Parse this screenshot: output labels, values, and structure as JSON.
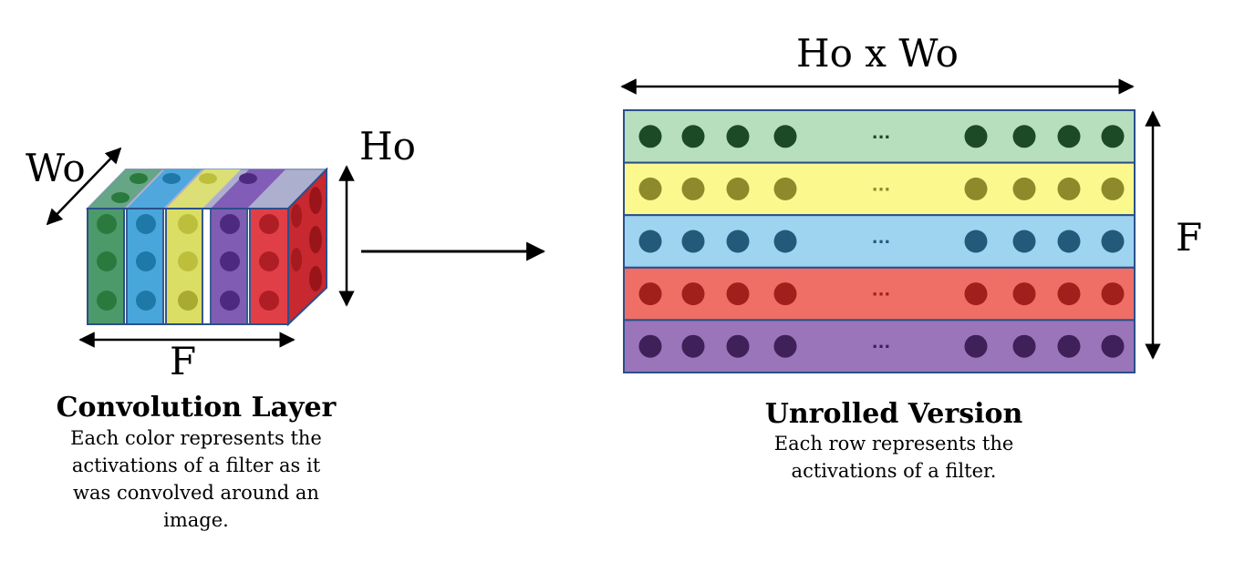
{
  "colors": {
    "green": "#5aa37a",
    "blue": "#3ea6df",
    "yellow": "#e0e46a",
    "purple": "#7a4fb3",
    "red": "#e0353f",
    "outline": "#2b4f8a",
    "arrow": "#000000"
  },
  "left": {
    "label_wo": "Wo",
    "label_ho": "Ho",
    "label_f": "F",
    "title": "Convolution Layer",
    "description": "Each color represents the activations of a filter as it was convolved around an image."
  },
  "right": {
    "label_top": "Ho x Wo",
    "label_f": "F",
    "title": "Unrolled Version",
    "description": "Each row represents the activations of a filter.",
    "ellipsis": "...",
    "rows": [
      {
        "name": "green",
        "fill": "#b7dfbe",
        "dot": "#1d4a26"
      },
      {
        "name": "yellow",
        "fill": "#fbf98e",
        "dot": "#8d8a2c"
      },
      {
        "name": "blue",
        "fill": "#9fd4f1",
        "dot": "#235a7a"
      },
      {
        "name": "red",
        "fill": "#ef6f66",
        "dot": "#a1201c"
      },
      {
        "name": "purple",
        "fill": "#9a75b9",
        "dot": "#3f2059"
      }
    ]
  }
}
